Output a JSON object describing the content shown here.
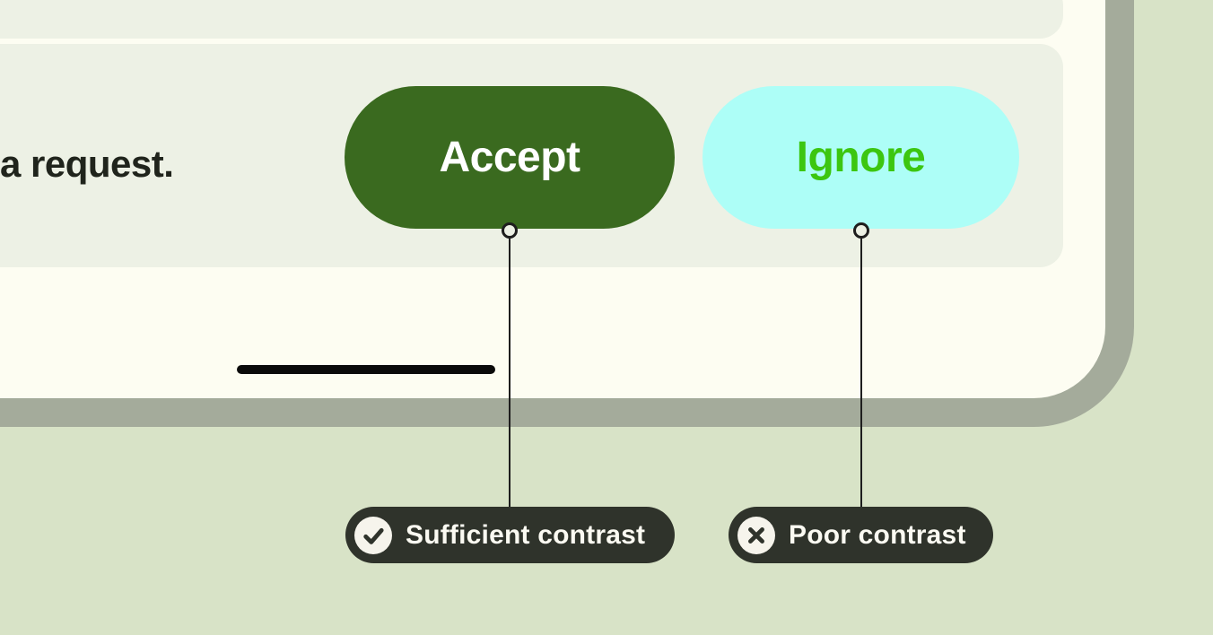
{
  "colors": {
    "page_bg": "#d8e3c7",
    "device_frame": "#a4ab9b",
    "device_screen": "#fdfdf2",
    "surface_panel": "#edf1e5",
    "message_text": "#20241c",
    "accept_bg": "#3a6a1f",
    "accept_text": "#ffffff",
    "ignore_bg": "#adfef7",
    "ignore_text": "#3cc610",
    "home_bar": "#0a0a0a",
    "connector": "#1e1e1e",
    "chip_bg": "#2f332b",
    "chip_text": "#fbfaf2",
    "chip_icon_bg": "#f6f4ec",
    "chip_icon_glyph": "#2f332b"
  },
  "mockup": {
    "message_text": "a request.",
    "accept_label": "Accept",
    "ignore_label": "Ignore"
  },
  "annotations": {
    "sufficient": {
      "label": "Sufficient contrast",
      "icon": "check-circle-icon"
    },
    "poor": {
      "label": "Poor contrast",
      "icon": "x-circle-icon"
    }
  }
}
